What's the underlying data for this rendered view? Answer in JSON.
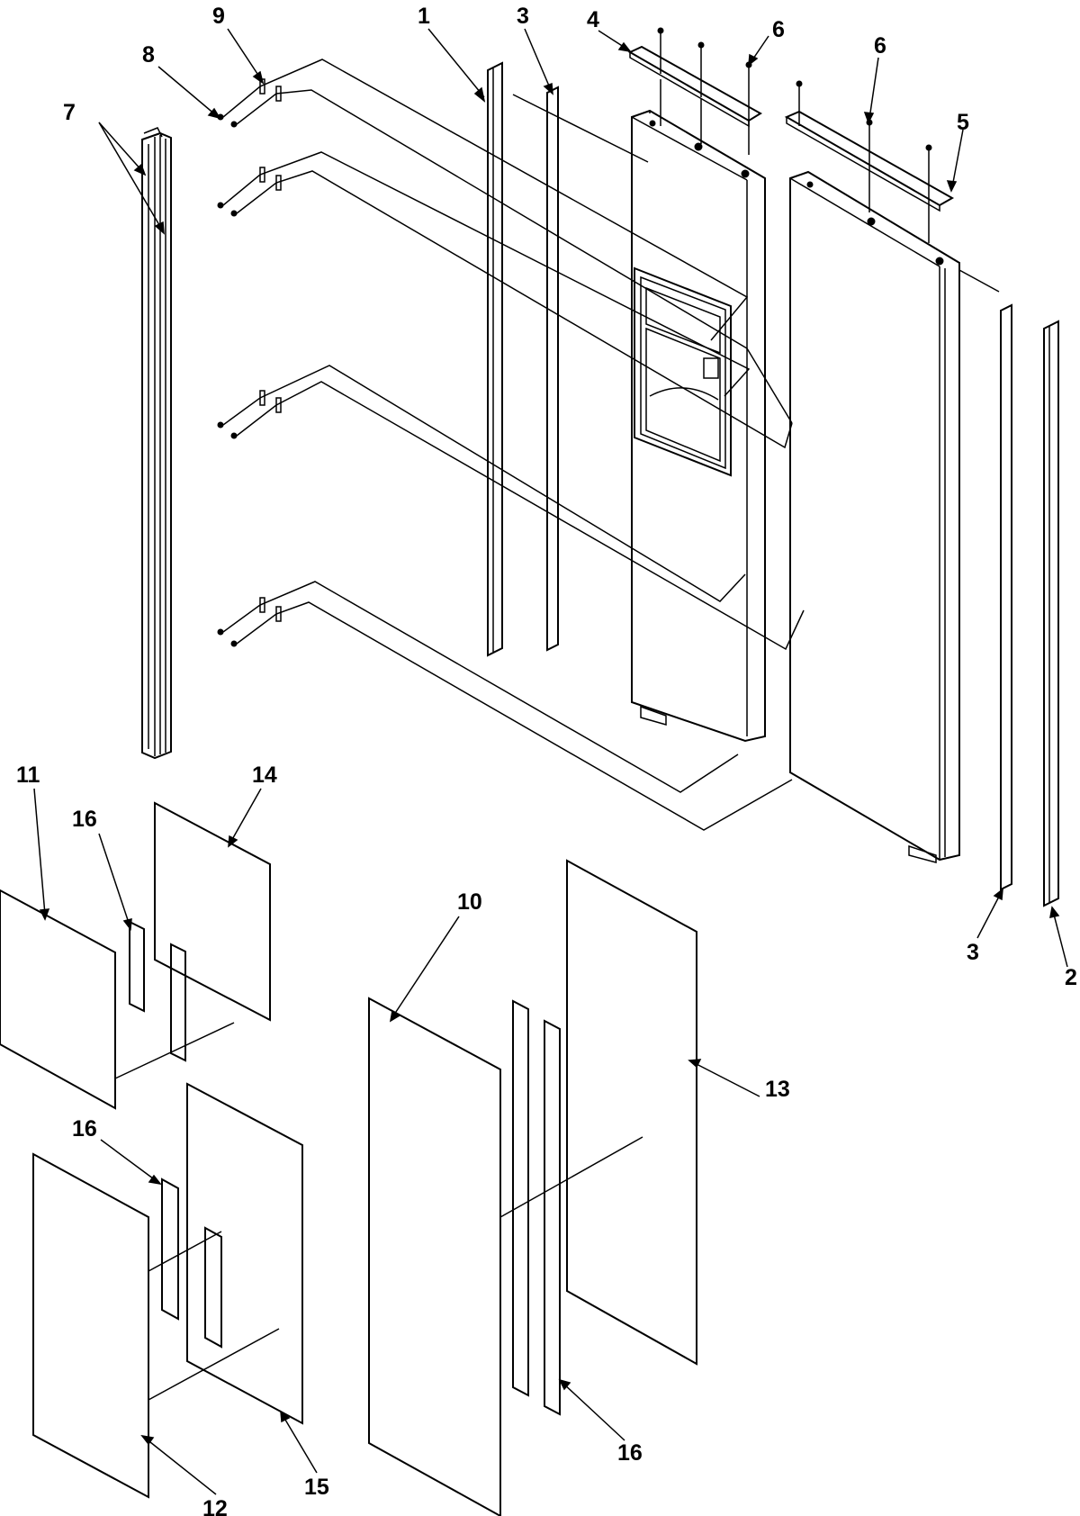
{
  "callouts": [
    {
      "id": "1",
      "text": "1"
    },
    {
      "id": "2",
      "text": "2"
    },
    {
      "id": "3a",
      "text": "3"
    },
    {
      "id": "3b",
      "text": "3"
    },
    {
      "id": "4",
      "text": "4"
    },
    {
      "id": "5",
      "text": "5"
    },
    {
      "id": "6a",
      "text": "6"
    },
    {
      "id": "6b",
      "text": "6"
    },
    {
      "id": "7",
      "text": "7"
    },
    {
      "id": "8",
      "text": "8"
    },
    {
      "id": "9",
      "text": "9"
    },
    {
      "id": "10",
      "text": "10"
    },
    {
      "id": "11",
      "text": "11"
    },
    {
      "id": "12",
      "text": "12"
    },
    {
      "id": "13",
      "text": "13"
    },
    {
      "id": "14",
      "text": "14"
    },
    {
      "id": "15",
      "text": "15"
    },
    {
      "id": "16a",
      "text": "16"
    },
    {
      "id": "16b",
      "text": "16"
    },
    {
      "id": "16c",
      "text": "16"
    }
  ]
}
